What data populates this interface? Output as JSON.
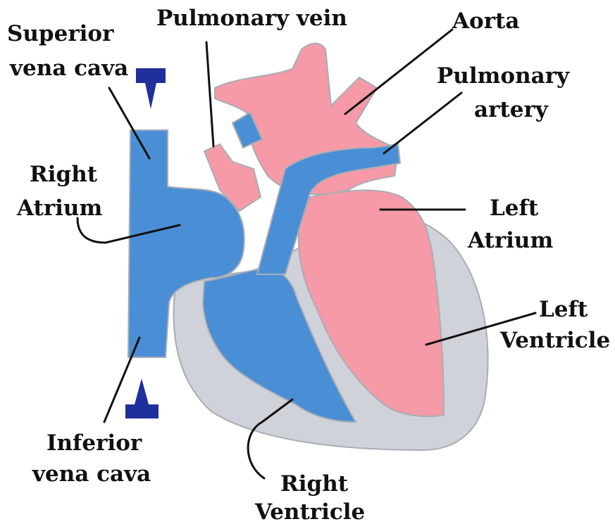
{
  "labels": {
    "superior_vena_cava": [
      "Superior",
      "vena cava"
    ],
    "pulmonary_vein": "Pulmonary vein",
    "aorta": "Aorta",
    "pulmonary_artery": [
      "Pulmonary",
      "artery"
    ],
    "right_atrium": [
      "Right",
      "Atrium"
    ],
    "left_atrium": [
      "Left",
      "Atrium"
    ],
    "left_ventricle": [
      "Left",
      "Ventricle"
    ],
    "inferior_vena_cava": [
      "Inferior",
      "vena cava"
    ],
    "right_ventricle": [
      "Right",
      "Ventricle"
    ]
  },
  "colors": {
    "deoxygenated_blue": "#4a8fd6",
    "oxygenated_pink": "#f59aa6",
    "heart_wall_gray": "#cfd2d8",
    "outline_gray": "#a8adb5",
    "flow_arrow": "#1f2f9c"
  },
  "icons": {
    "flow_arrow_down": "down-arrow-icon",
    "flow_arrow_up": "up-arrow-icon"
  }
}
